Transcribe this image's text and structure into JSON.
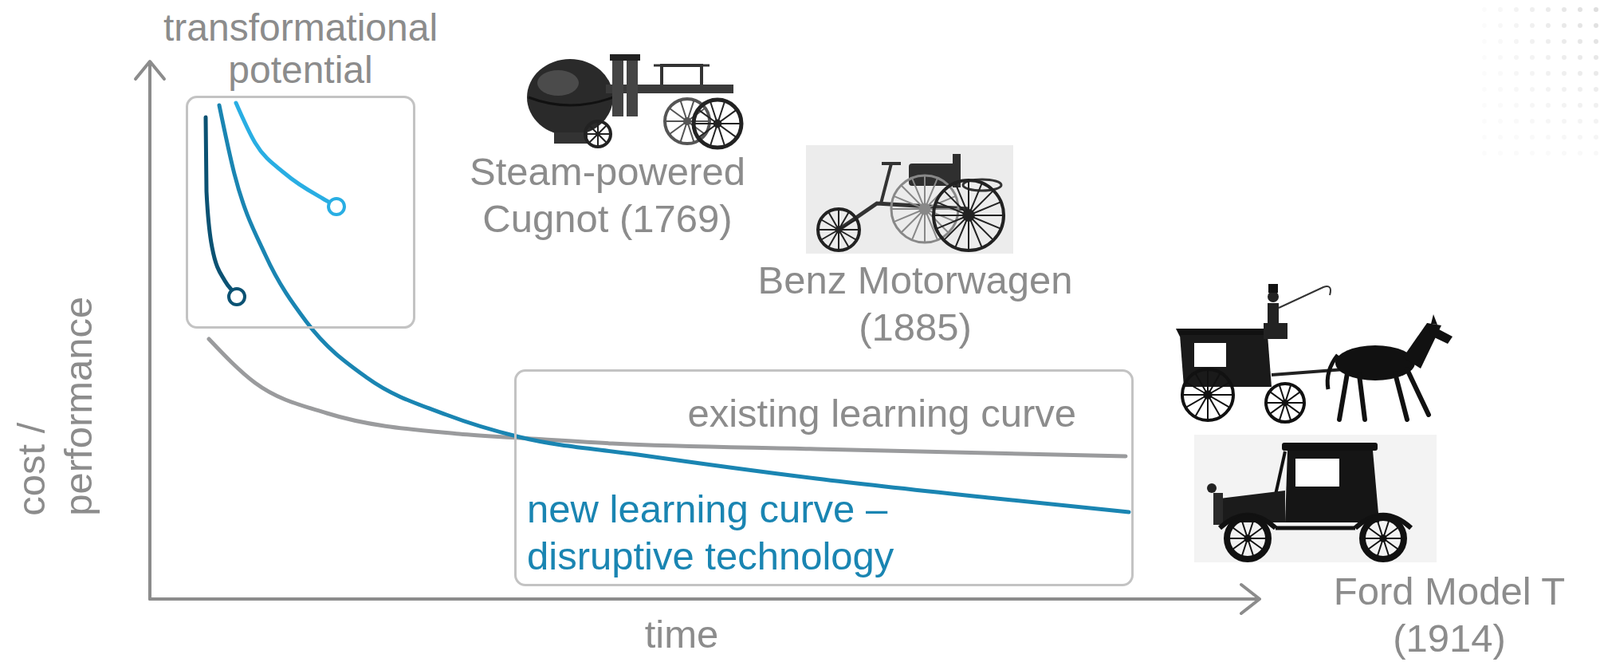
{
  "diagram": {
    "nodes": [
      {
        "text": [
          "transformational potential"
        ]
      },
      {
        "text": [
          "existing learning curve",
          "new learning curve – disruptive technology"
        ]
      }
    ],
    "labels": [
      "cost / performance",
      "time",
      "Steam-powered Cugnot (1769)",
      "Benz Motorwagen (1885)",
      "Ford Model T (1914)"
    ]
  }
}
